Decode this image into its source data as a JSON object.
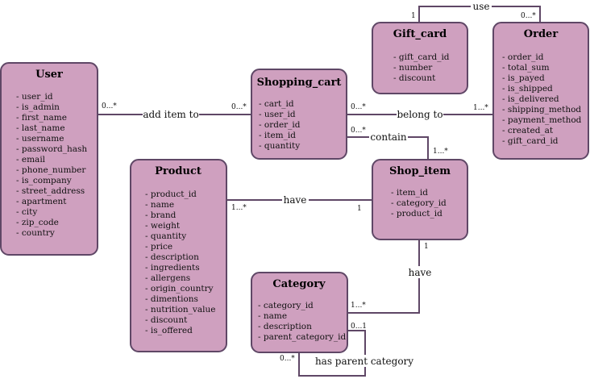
{
  "entities": {
    "user": {
      "title": "User",
      "attributes": [
        "- user_id",
        "- is_admin",
        "- first_name",
        "- last_name",
        "- username",
        "- password_hash",
        "- email",
        "- phone_number",
        "- is_company",
        "- street_address",
        "- apartment",
        "- city",
        "- zip_code",
        "- country"
      ]
    },
    "shopping_cart": {
      "title": "Shopping_cart",
      "attributes": [
        "- cart_id",
        "- user_id",
        "- order_id",
        "- item_id",
        "- quantity"
      ]
    },
    "gift_card": {
      "title": "Gift_card",
      "attributes": [
        "- gift_card_id",
        "- number",
        "- discount"
      ]
    },
    "order": {
      "title": "Order",
      "attributes": [
        "- order_id",
        "- total_sum",
        "- is_payed",
        "- is_shipped",
        "- is_delivered",
        "- shipping_method",
        "- payment_method",
        "- created_at",
        "- gift_card_id"
      ]
    },
    "product": {
      "title": "Product",
      "attributes": [
        "- product_id",
        "- name",
        "- brand",
        "- weight",
        "- quantity",
        "- price",
        "- description",
        "- ingredients",
        "- allergens",
        "- origin_country",
        "- dimentions",
        "- nutrition_value",
        "- discount",
        "- is_offered"
      ]
    },
    "shop_item": {
      "title": "Shop_item",
      "attributes": [
        "- item_id",
        "- category_id",
        "- product_id"
      ]
    },
    "category": {
      "title": "Category",
      "attributes": [
        "- category_id",
        "- name",
        "- description",
        "- parent_category_id"
      ]
    }
  },
  "relationships": {
    "use": {
      "label": "use",
      "card_a": "1",
      "card_b": "0...*"
    },
    "add_item_to": {
      "label": "add item to",
      "card_a": "0...*",
      "card_b": "0...*"
    },
    "belong_to": {
      "label": "belong to",
      "card_a": "0...*",
      "card_b": "1...*"
    },
    "contain": {
      "label": "contain",
      "card_a": "0...*",
      "card_b": "1...*"
    },
    "have_product": {
      "label": "have",
      "card_a": "1...*",
      "card_b": "1"
    },
    "have_category": {
      "label": "have",
      "card_a": "1",
      "card_b": "1...*"
    },
    "has_parent": {
      "label": "has parent category",
      "card_a": "0...1",
      "card_b": "0...*"
    }
  }
}
